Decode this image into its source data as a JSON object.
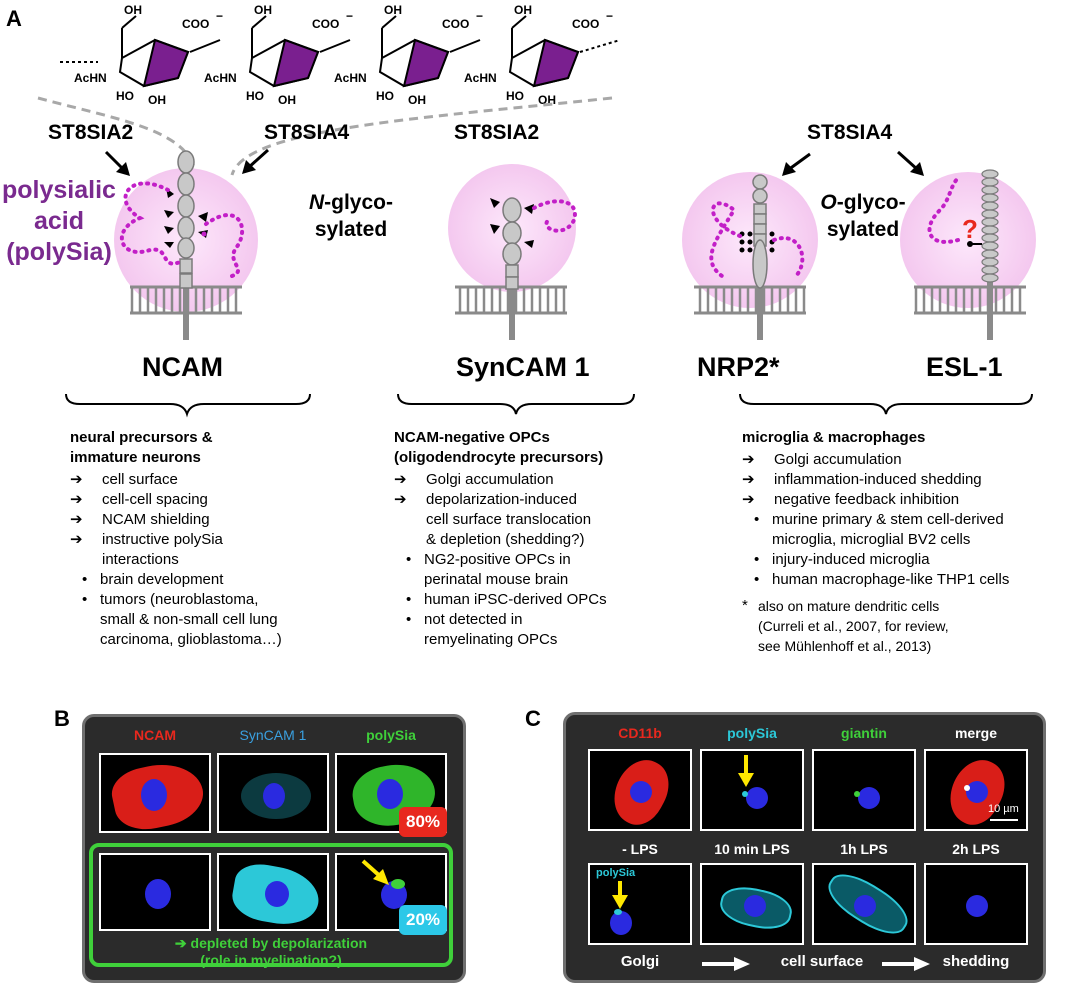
{
  "colors": {
    "polysia": "#c21fc7",
    "halo": "#f6d3f3",
    "red": "#e8281e",
    "cyan": "#2cc8d8",
    "green": "#3fd03a",
    "syn": "#3aa0e0",
    "yellow": "#ffe800",
    "dark": "#2b2b2b"
  },
  "panels": {
    "a": "A",
    "b": "B",
    "c": "C"
  },
  "sugar": {
    "oh": "OH",
    "coo": "COO",
    "minus": "−",
    "achn": "AcHN",
    "ho": "HO",
    "oh2": "OH"
  },
  "enzymes": {
    "st2_left": "ST8SIA2",
    "st4_left": "ST8SIA4",
    "st2_mid": "ST8SIA2",
    "st4_right": "ST8SIA4"
  },
  "polysia_label": {
    "l1": "polysialic",
    "l2": "acid",
    "l3": "(polySia)"
  },
  "nglyco": {
    "l1_em": "N",
    "l1_rest": "-glyco-",
    "l2": "sylated"
  },
  "oglyco": {
    "l1_em": "O",
    "l1_rest": "-glyco-",
    "l2": "sylated"
  },
  "question": "?",
  "proteins": {
    "ncam": "NCAM",
    "syncam": "SynCAM 1",
    "nrp2": "NRP2*",
    "esl1": "ESL-1"
  },
  "col1": {
    "heading1": "neural precursors &",
    "heading2": "immature neurons",
    "arrows": [
      "cell surface",
      "cell-cell spacing",
      "NCAM shielding",
      "instructive polySia"
    ],
    "arrow_cont": "interactions",
    "bullets": [
      "brain development",
      "tumors (neuroblastoma,"
    ],
    "bullet_cont": [
      "small & non-small cell lung",
      "carcinoma, glioblastoma…)"
    ]
  },
  "col2": {
    "heading1": "NCAM-negative OPCs",
    "heading2": "(oligodendrocyte precursors)",
    "arrow1": "Golgi accumulation",
    "arrow2": "depolarization-induced",
    "arrow2_cont": [
      "cell surface translocation",
      "& depletion (shedding?)"
    ],
    "bullet1": "NG2-positive OPCs in",
    "bullet1_cont": "perinatal mouse brain",
    "bullet2": "human iPSC-derived OPCs",
    "bullet3": "not detected in",
    "bullet3_cont": "remyelinating OPCs"
  },
  "col3": {
    "heading": "microglia & macrophages",
    "arrows": [
      "Golgi accumulation",
      "inflammation-induced shedding",
      "negative feedback inhibition"
    ],
    "bullet1": "murine primary & stem cell-derived",
    "bullet1_cont": "microglia, microglial BV2 cells",
    "bullet2": "injury-induced microglia",
    "bullet3": "human macrophage-like THP1 cells",
    "star": "*",
    "star_text": "also on mature dendritic cells",
    "star_cont": [
      "(Curreli et al., 2007, for review,",
      "see Mühlenhoff et al., 2013)"
    ]
  },
  "arrow_glyph": "➔",
  "bullet_glyph": "•",
  "panelB": {
    "labels": [
      "NCAM",
      "SynCAM 1",
      "polySia"
    ],
    "badge_top": "80%",
    "badge_bottom": "20%",
    "caption1": "➔ depleted by depolarization",
    "caption2": "(role in myelination?)"
  },
  "panelC": {
    "labels": [
      "CD11b",
      "polySia",
      "giantin",
      "merge"
    ],
    "scale": "10 µm",
    "time_labels": [
      "- LPS",
      "10 min LPS",
      "1h LPS",
      "2h LPS"
    ],
    "inset": "polySia",
    "bottom": [
      "Golgi",
      "cell surface",
      "shedding"
    ]
  }
}
